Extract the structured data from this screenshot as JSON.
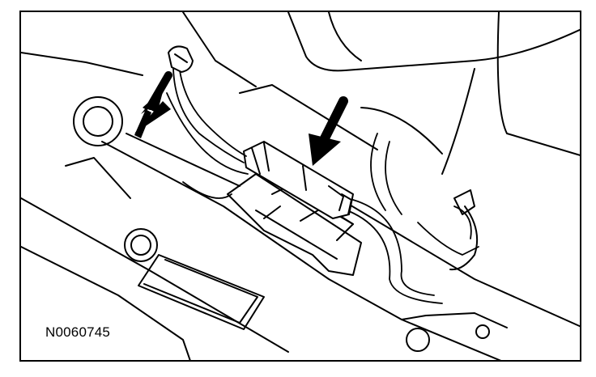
{
  "figure": {
    "code": "N0060745",
    "line_color": "#000000",
    "background": "#ffffff",
    "arrows": [
      {
        "name": "left-arrow",
        "direction": "up-right"
      },
      {
        "name": "right-arrow",
        "direction": "down-left"
      }
    ]
  }
}
